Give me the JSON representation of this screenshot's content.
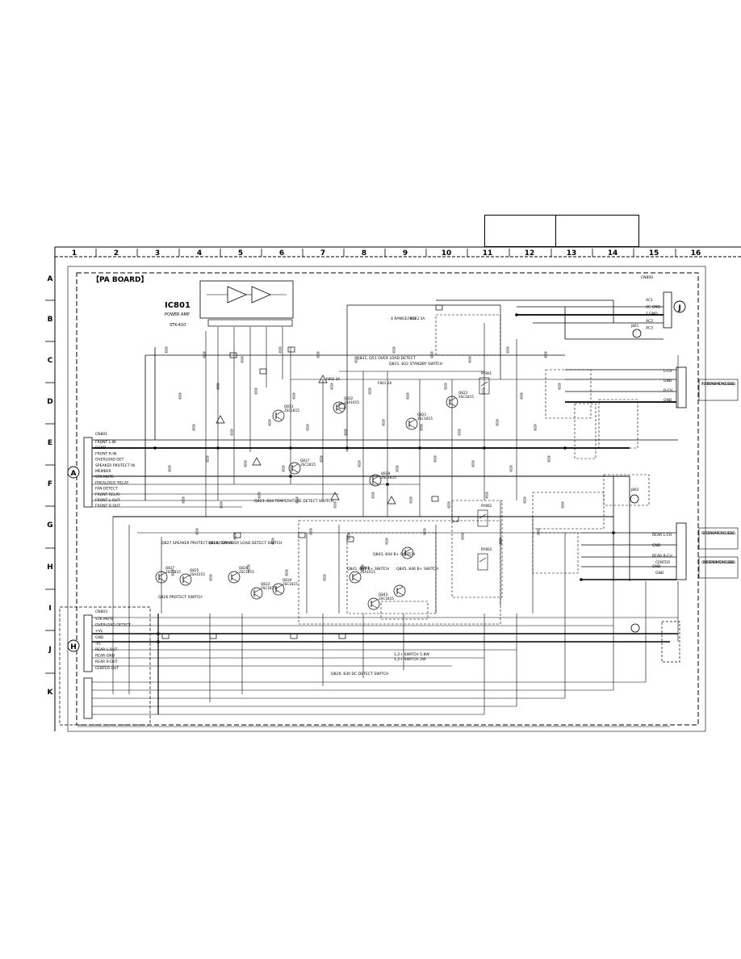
{
  "sheet": {
    "board_title": "【PA BOARD】",
    "columns": [
      "1",
      "2",
      "3",
      "4",
      "5",
      "6",
      "7",
      "8",
      "9",
      "10",
      "11",
      "12",
      "13",
      "14",
      "15",
      "16"
    ],
    "rows": [
      "A",
      "B",
      "C",
      "D",
      "E",
      "F",
      "G",
      "H",
      "I",
      "J",
      "K"
    ]
  },
  "ic": {
    "ref": "IC801",
    "name": "POWER AMP",
    "part": "STK-410"
  },
  "connector_a": {
    "letter": "A",
    "ref": "CN801",
    "pins": [
      "FRONT L-IN",
      "SGND",
      "FRONT R-IN",
      "OVERLOAD DET",
      "SPEAKER PROTECT IN",
      "MEMBER",
      "STK MUTE",
      "PHEALOGIC RELAY",
      "FAN DETECT",
      "FRONT RELAY",
      "FRONT L-OUT",
      "FRONT R-OUT"
    ]
  },
  "connector_h": {
    "letter": "H",
    "ref": "CN803",
    "pins": [
      "STK MUTE",
      "OVERLOAD DETECT",
      "+VL",
      "GND",
      "-VL",
      "REAR L-OUT",
      "REAR-GND",
      "REAR R-OUT",
      "CENTER OUT"
    ]
  },
  "connector_j": {
    "letter": "J",
    "ref": "CN800",
    "pins": [
      "AC1",
      "AC GND",
      "1 GND",
      "AC2",
      "AC3"
    ]
  },
  "front_speaker": {
    "pins": [
      "L-CH",
      "GND",
      "R-CH",
      "GND"
    ],
    "label": "FRONT SPEAKER IMPEDANCE USE 6-16Ω"
  },
  "rear_speaker": {
    "pins": [
      "REAR L-CH",
      "GND",
      "REAR R-CH",
      "GND"
    ],
    "label": "REAR SPEAKER IMPEDANCE USE 8-16Ω"
  },
  "center_speaker": {
    "pins": [
      "CENTER",
      "GND"
    ],
    "label": "CENTER SPEAKER IMPEDANCE USE 8-16Ω"
  },
  "transistors": [
    {
      "ref": "Q813",
      "note": "2SC1815"
    },
    {
      "ref": "Q822",
      "note": "2SA1015"
    },
    {
      "ref": "Q817",
      "note": "2SC1815"
    },
    {
      "ref": "Q829",
      "note": "2SC1815"
    },
    {
      "ref": "Q821",
      "note": "2SC1815"
    },
    {
      "ref": "Q823",
      "note": "2SC1815"
    },
    {
      "ref": "Q827",
      "note": "2SC1815"
    },
    {
      "ref": "Q825",
      "note": "2SA1015"
    },
    {
      "ref": "Q826",
      "note": "2SC1815"
    },
    {
      "ref": "Q833",
      "note": "2SC1815"
    },
    {
      "ref": "Q834",
      "note": "2SC1815"
    },
    {
      "ref": "Q844",
      "note": "2SA1015"
    },
    {
      "ref": "Q843",
      "note": "2SC1815"
    }
  ],
  "block_notes": [
    "Q831, Q51 OVER LOAD DETECT",
    "Q821, 822 STANDBY SWITCH",
    "Q823, 824 TEMPERATURE DETECT SWITCH",
    "Q827 SPEAKER PROTECT RELAY DRIVE",
    "Q828, 829 OVER LOAD DETECT SWITCH",
    "Q826 PROTECT SWITCH",
    "Q829, 830 DC DETECT SWITCH",
    "Q843, 844 B+ SWITCH",
    "Q845, 846 B+ SWITCH",
    "Q841, 842 B+ SWITCH",
    "4 RANGE, 844",
    "1,2+ SWITCH 5.8W",
    "1,2+ SWITCH 2W"
  ],
  "fuse_labels": [
    "F802 2A",
    "F801 2A",
    "F803 2.5A"
  ],
  "relay_labels": [
    "RY801",
    "RY802",
    "RY803"
  ],
  "jack_labels": [
    "J801",
    "J802"
  ]
}
